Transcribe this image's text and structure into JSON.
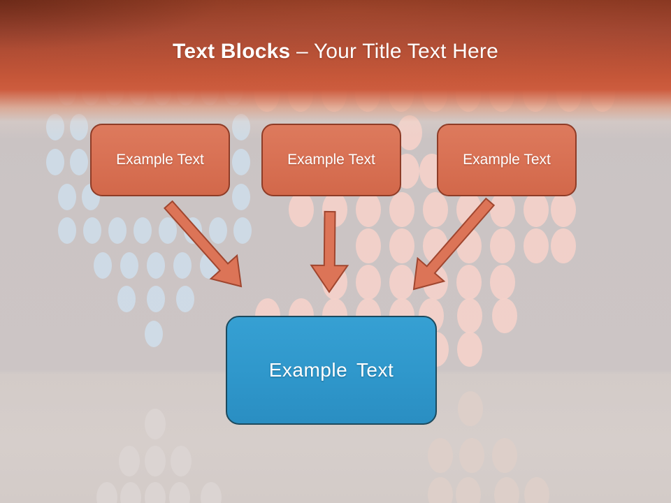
{
  "slide": {
    "title": {
      "bold": "Text Blocks",
      "separator": "–",
      "regular": "Your Title Text Here"
    },
    "blocks": [
      {
        "label": "Example Text"
      },
      {
        "label": "Example Text"
      },
      {
        "label": "Example Text"
      }
    ],
    "result_block": {
      "label": "Example Text"
    },
    "colors": {
      "header_top": "#83341f",
      "header_main": "#cd5c3e",
      "block_fill": "#d87053",
      "block_border": "#8e3c27",
      "result_fill": "#2f97cb",
      "result_border": "#1c4a5e",
      "arrow_fill": "#dc7457",
      "arrow_stroke": "#a0462f",
      "dot_blue": "#cfdeeb",
      "dot_pink": "#f5d2ca",
      "dot_pink_muted": "#decfc9",
      "dot_gray": "#dbd5d3",
      "background": "#ccc5c5",
      "title_text": "#ffffff",
      "block_text": "#ffffff"
    }
  }
}
